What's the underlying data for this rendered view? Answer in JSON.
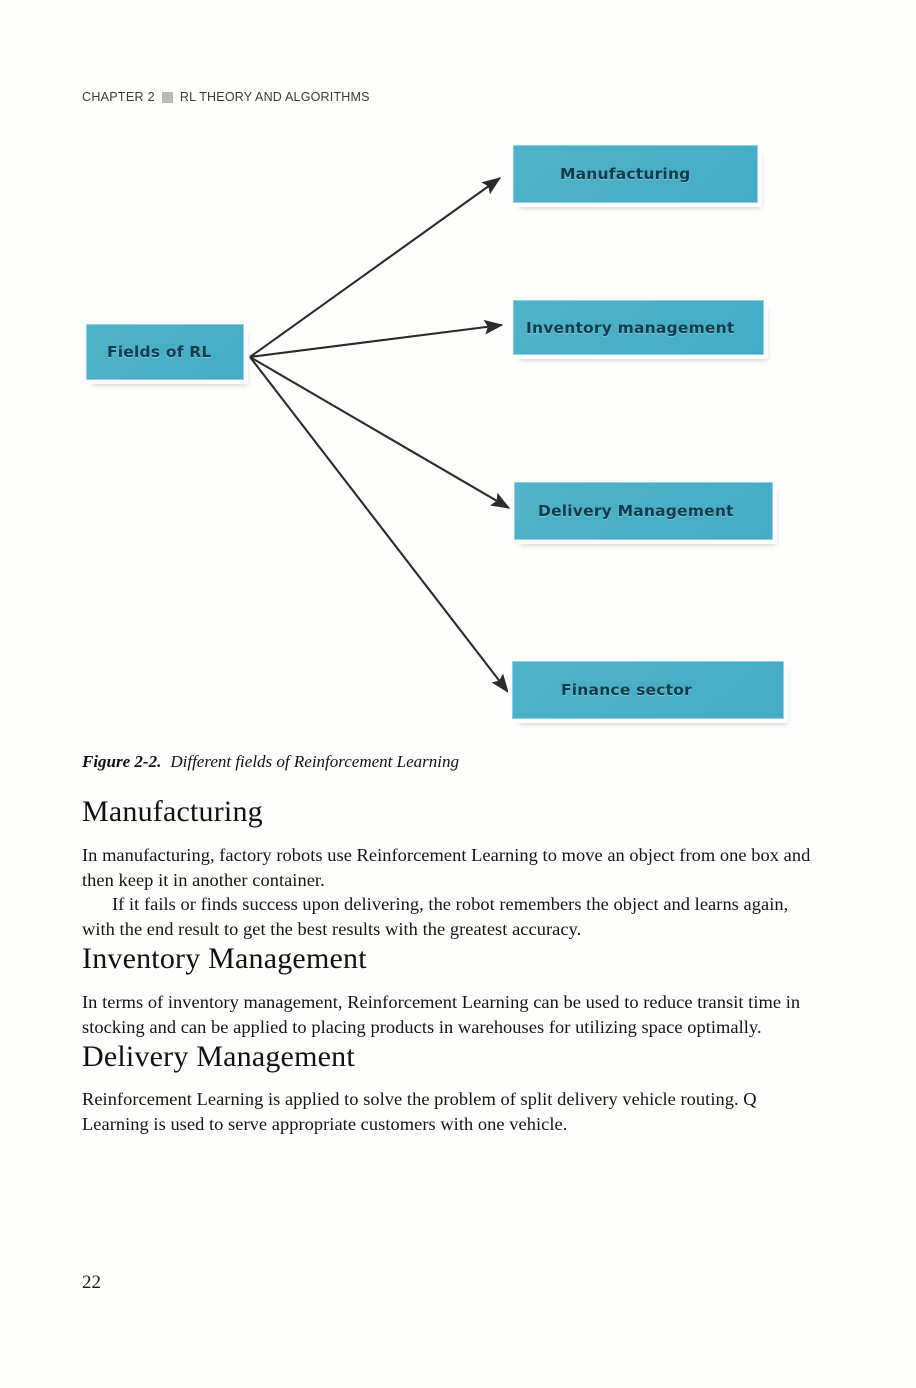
{
  "running_head": {
    "chapter": "CHAPTER 2",
    "separator_icon": "square-bullet-icon",
    "title": "RL THEORY AND ALGORITHMS"
  },
  "figure": {
    "caption_label": "Figure 2-2.",
    "caption_text": "Different fields of Reinforcement Learning",
    "colors": {
      "node_fill_light": "#4fb3c9",
      "node_fill_dark": "#43abc3",
      "node_border": "#8fd2e0",
      "node_text": "#0d3a4d",
      "arrow": "#2b2b2b",
      "shadow": "#9a9aa2"
    },
    "source_node": {
      "label": "Fields of RL"
    },
    "target_nodes": [
      {
        "label": "Manufacturing"
      },
      {
        "label": "Inventory management"
      },
      {
        "label": "Delivery Management"
      },
      {
        "label": "Finance sector"
      }
    ]
  },
  "sections": [
    {
      "heading": "Manufacturing",
      "paragraphs": [
        "In manufacturing, factory robots use Reinforcement Learning to move an object from one box and then keep it in another container.",
        "If it fails or finds success upon delivering, the robot remembers the object and learns again, with the end result to get the best results with the greatest accuracy."
      ]
    },
    {
      "heading": "Inventory Management",
      "paragraphs": [
        "In terms of inventory management, Reinforcement Learning can be used to reduce transit time in stocking and can be applied to placing products in warehouses for utilizing space optimally."
      ]
    },
    {
      "heading": "Delivery Management",
      "paragraphs": [
        "Reinforcement Learning is applied to solve the problem of split delivery vehicle routing. Q Learning is used to serve appropriate customers with one vehicle."
      ]
    }
  ],
  "page_number": "22"
}
